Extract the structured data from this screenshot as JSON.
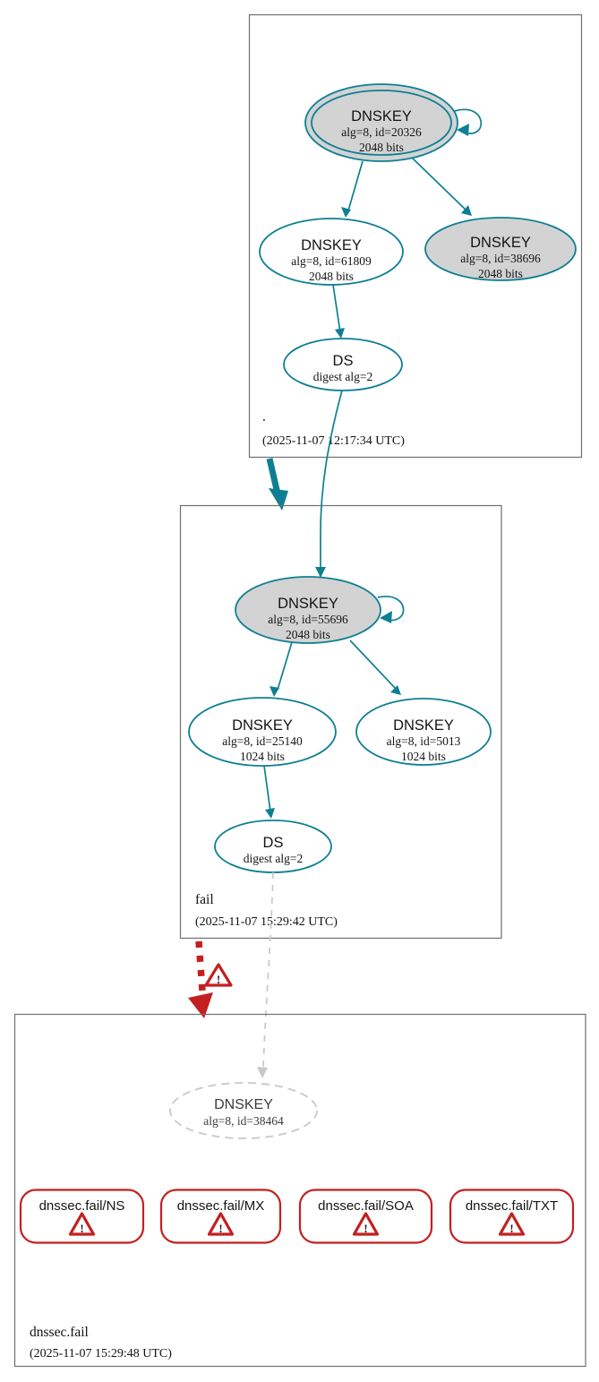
{
  "diagram_type": "dnssec-authentication-chain",
  "colors": {
    "secure_edge": "#0e7f93",
    "node_fill_gray": "#d3d3d3",
    "error_red": "#c41f1f",
    "missing_gray": "#c8c8c8",
    "zone_border": "#6f6f6f"
  },
  "icons": {
    "warning": "warning-triangle-with-exclamation",
    "self_loop": "self-signing-loop-arrow"
  },
  "zones": [
    {
      "label": ".",
      "timestamp": "(2025-11-07 12:17:34 UTC)",
      "ksk": {
        "title": "DNSKEY",
        "alg": "alg=8, id=20326",
        "bits": "2048 bits"
      },
      "zsk": {
        "title": "DNSKEY",
        "alg": "alg=8, id=61809",
        "bits": "2048 bits"
      },
      "key2": {
        "title": "DNSKEY",
        "alg": "alg=8, id=38696",
        "bits": "2048 bits"
      },
      "ds": {
        "title": "DS",
        "alg": "digest alg=2"
      }
    },
    {
      "label": "fail",
      "timestamp": "(2025-11-07 15:29:42 UTC)",
      "ksk": {
        "title": "DNSKEY",
        "alg": "alg=8, id=55696",
        "bits": "2048 bits"
      },
      "zsk": {
        "title": "DNSKEY",
        "alg": "alg=8, id=25140",
        "bits": "1024 bits"
      },
      "key2": {
        "title": "DNSKEY",
        "alg": "alg=8, id=5013",
        "bits": "1024 bits"
      },
      "ds": {
        "title": "DS",
        "alg": "digest alg=2"
      }
    },
    {
      "label": "dnssec.fail",
      "timestamp": "(2025-11-07 15:29:48 UTC)",
      "missing_key": {
        "title": "DNSKEY",
        "alg": "alg=8, id=38464"
      },
      "rrsets": [
        {
          "label": "dnssec.fail/NS"
        },
        {
          "label": "dnssec.fail/MX"
        },
        {
          "label": "dnssec.fail/SOA"
        },
        {
          "label": "dnssec.fail/TXT"
        }
      ],
      "warning_glyph": "!"
    }
  ]
}
